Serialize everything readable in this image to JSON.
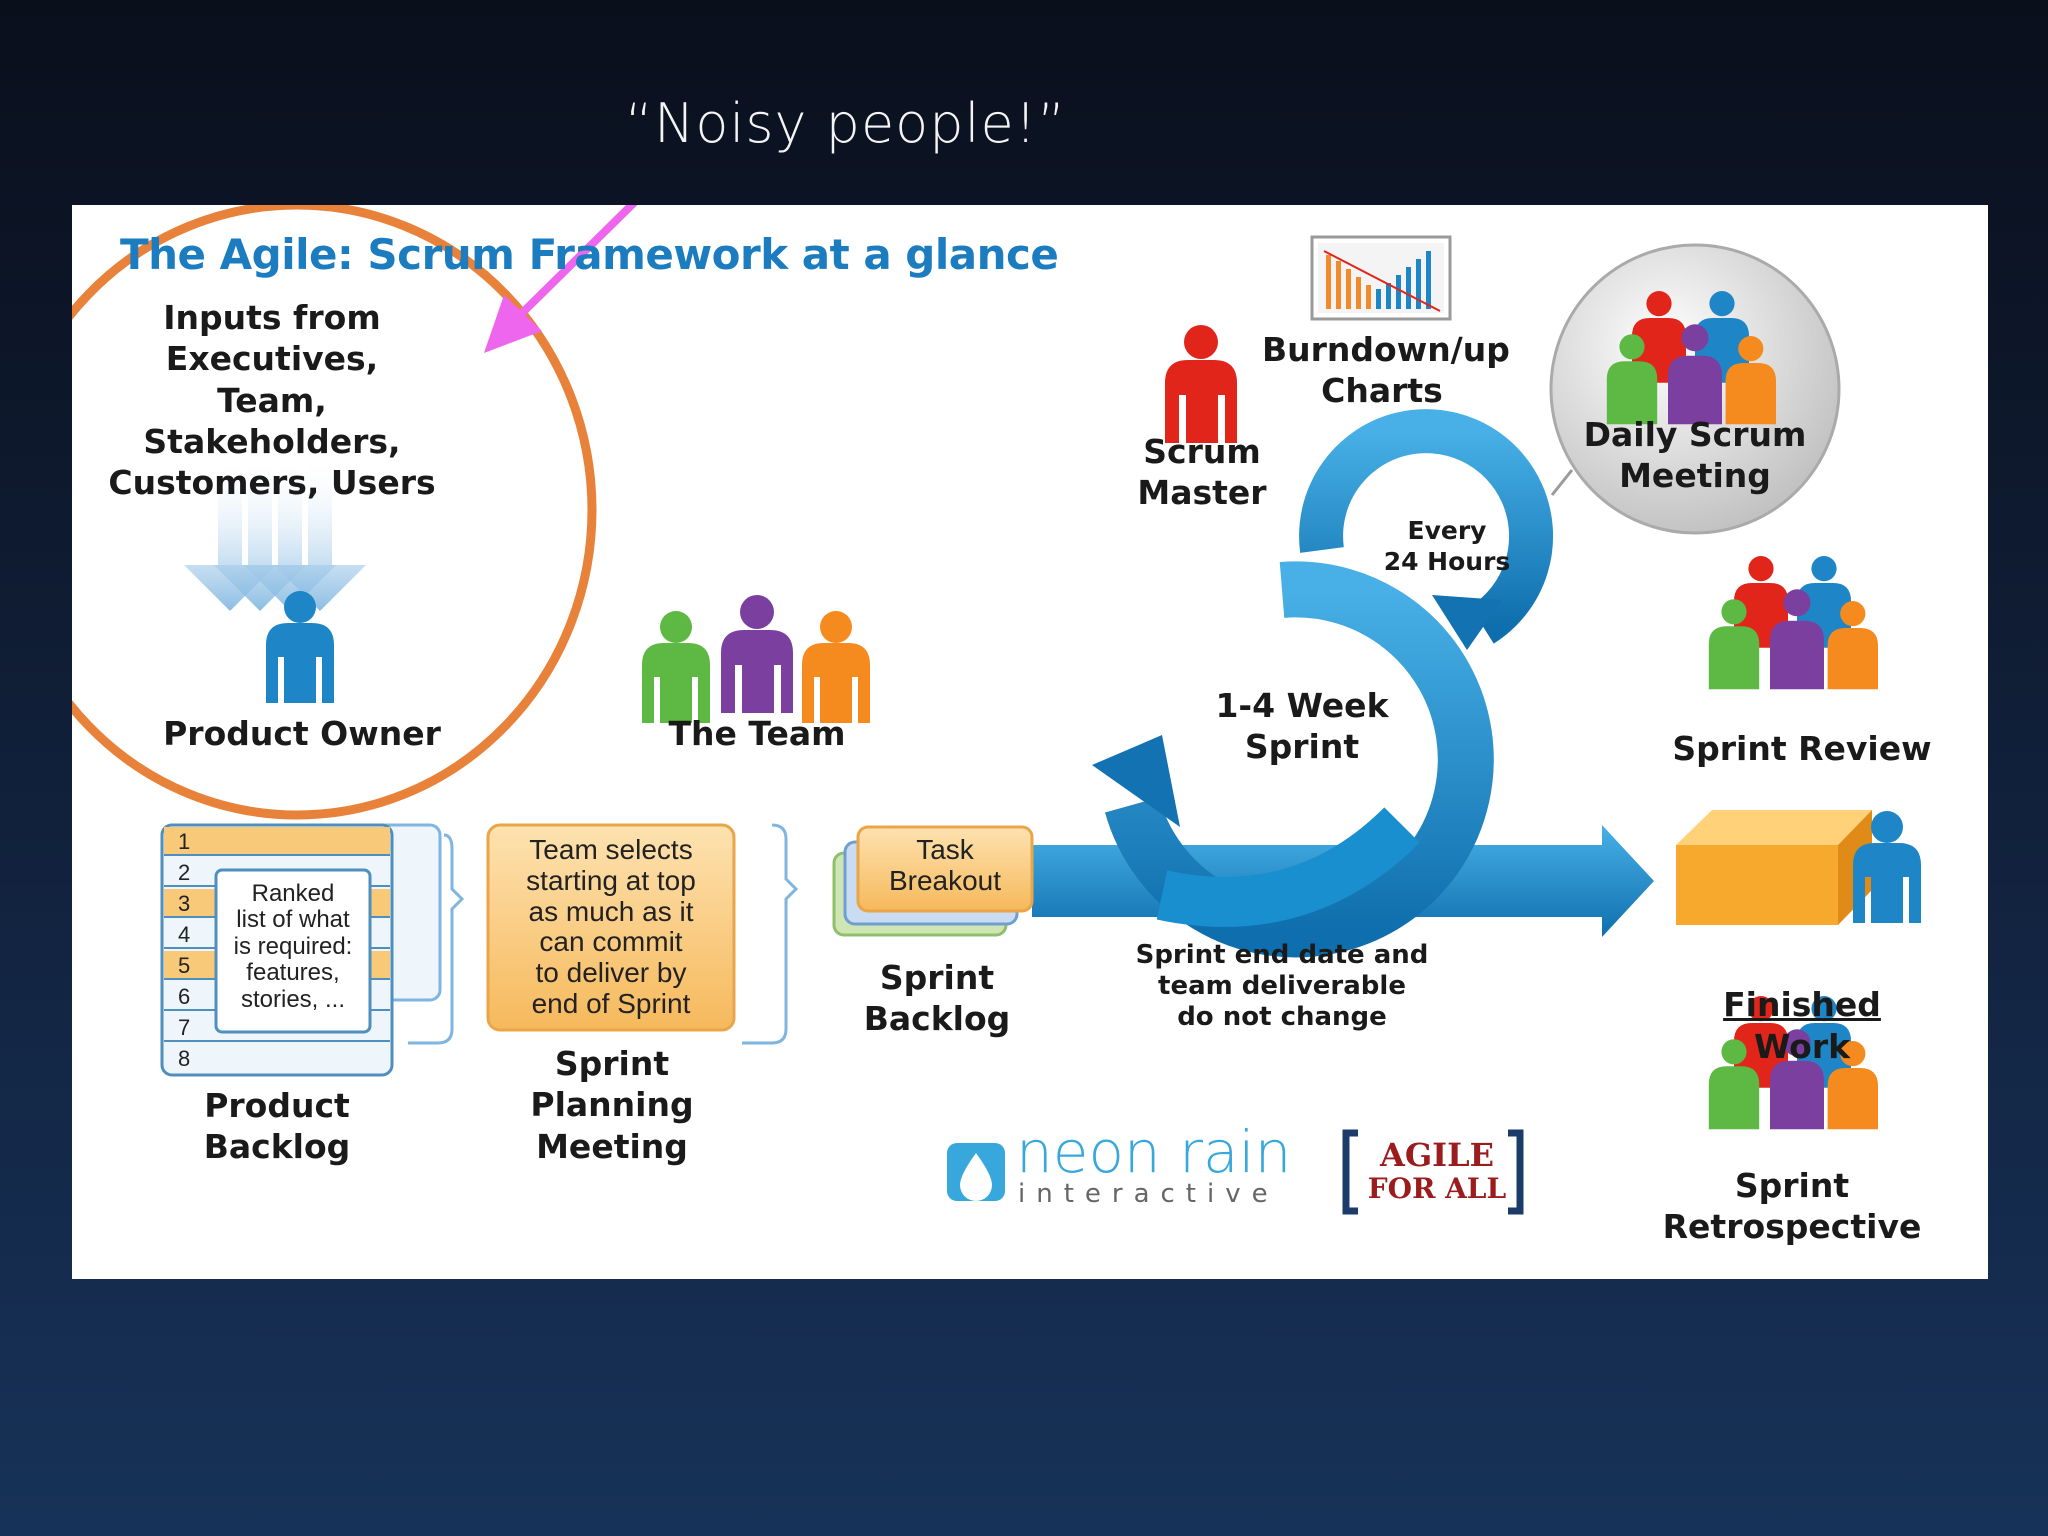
{
  "annotation": {
    "caption": "“Noisy people!”",
    "arrow_color": "#ee66ee",
    "circle_color": "#e8823a"
  },
  "diagram": {
    "title": "The Agile: Scrum Framework at a glance",
    "inputs": "Inputs from Executives,\nTeam, Stakeholders,\nCustomers, Users",
    "product_owner": "Product Owner",
    "the_team": "The Team",
    "scrum_master": "Scrum\nMaster",
    "burndown": "Burndown/up\nCharts",
    "daily_scrum": "Daily Scrum\nMeeting",
    "every_24": "Every\n24 Hours",
    "sprint_cycle": "1-4 Week\nSprint",
    "sprint_review": "Sprint Review",
    "finished_work_underlined": "Finished",
    "finished_work_rest": " Work",
    "sprint_retrospective": "Sprint\nRetrospective",
    "product_backlog": "Product\nBacklog",
    "backlog_numbers": [
      "1",
      "2",
      "3",
      "4",
      "5",
      "6",
      "7",
      "8"
    ],
    "ranked_list": "Ranked\nlist of what\nis required:\nfeatures,\nstories, ...",
    "team_selects": "Team selects\nstarting at top\nas much as it\ncan commit\nto deliver by\nend of Sprint",
    "sprint_planning": "Sprint\nPlanning\nMeeting",
    "task_breakout": "Task\nBreakout",
    "sprint_backlog": "Sprint\nBacklog",
    "sprint_end_note": "Sprint end date and\nteam deliverable\ndo not change",
    "logo_neon_main": "neon rain",
    "logo_neon_sub": "interactive",
    "logo_agile_1": "AGILE",
    "logo_agile_2": "FOR ALL"
  },
  "colors": {
    "title_blue": "#1b7cc0",
    "loop_blue": "#1a8fd0",
    "card_orange": "#f9c97a",
    "person_red": "#e1251b",
    "person_blue": "#1e86c6",
    "person_green": "#5db944",
    "person_purple": "#7b3fa0",
    "person_orange": "#f58a1f"
  }
}
